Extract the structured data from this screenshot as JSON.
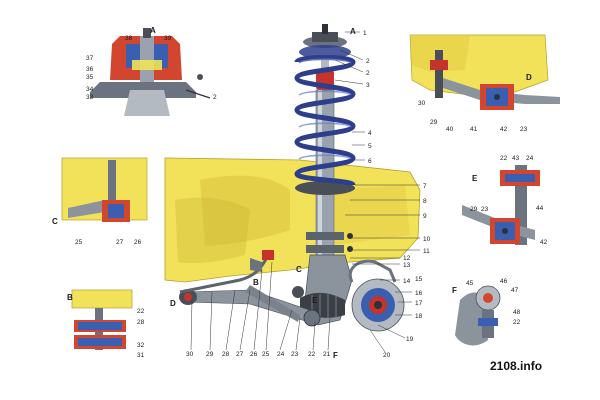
{
  "watermark": "2108.info",
  "section_letters": {
    "a_top": "A",
    "a_center": "A",
    "b_left": "B",
    "b_center": "B",
    "c_left": "C",
    "c_center": "C",
    "d_left": "D",
    "d_right": "D",
    "e_right": "E",
    "e_center": "E",
    "f_right": "F",
    "f_center": "F"
  },
  "callouts": {
    "n1": "1",
    "n2": "2",
    "n3": "3",
    "n4": "4",
    "n5": "5",
    "n6": "6",
    "n7": "7",
    "n8": "8",
    "n9": "9",
    "n10": "10",
    "n11": "11",
    "n12": "12",
    "n13": "13",
    "n14": "14",
    "n15": "15",
    "n16": "16",
    "n17": "17",
    "n18": "18",
    "n19": "19",
    "n20": "20",
    "n21": "21",
    "n22": "22",
    "n23": "23",
    "n24": "24",
    "n25": "25",
    "n26": "26",
    "n27": "27",
    "n28": "28",
    "n29": "29",
    "n30": "30",
    "a_38": "38",
    "a_39": "39",
    "a_37": "37",
    "a_36": "36",
    "a_35": "35",
    "a_34": "34",
    "a_33": "33",
    "a_2": "2",
    "d_30": "30",
    "d_29": "29",
    "d_40": "40",
    "d_41": "41",
    "d_42": "42",
    "d_23": "23",
    "c_25": "25",
    "c_27": "27",
    "c_26": "26",
    "e_22": "22",
    "e_43": "43",
    "e_24": "24",
    "e_29": "29",
    "e_23": "23",
    "e_44": "44",
    "e_42": "42",
    "b_22": "22",
    "b_28": "28",
    "b_32": "32",
    "b_31": "31",
    "f_45": "45",
    "f_46": "46",
    "f_47": "47",
    "f_48": "48",
    "f_22": "22"
  },
  "colors": {
    "body_yellow": "#f2e25a",
    "body_yellow_dark": "#d9c33c",
    "spring_blue": "#2c3e8c",
    "strut_grey": "#9aa3ad",
    "rubber_red": "#d2452f",
    "bushing_blue": "#3a5fb0",
    "dark_metal": "#4a4f57"
  }
}
